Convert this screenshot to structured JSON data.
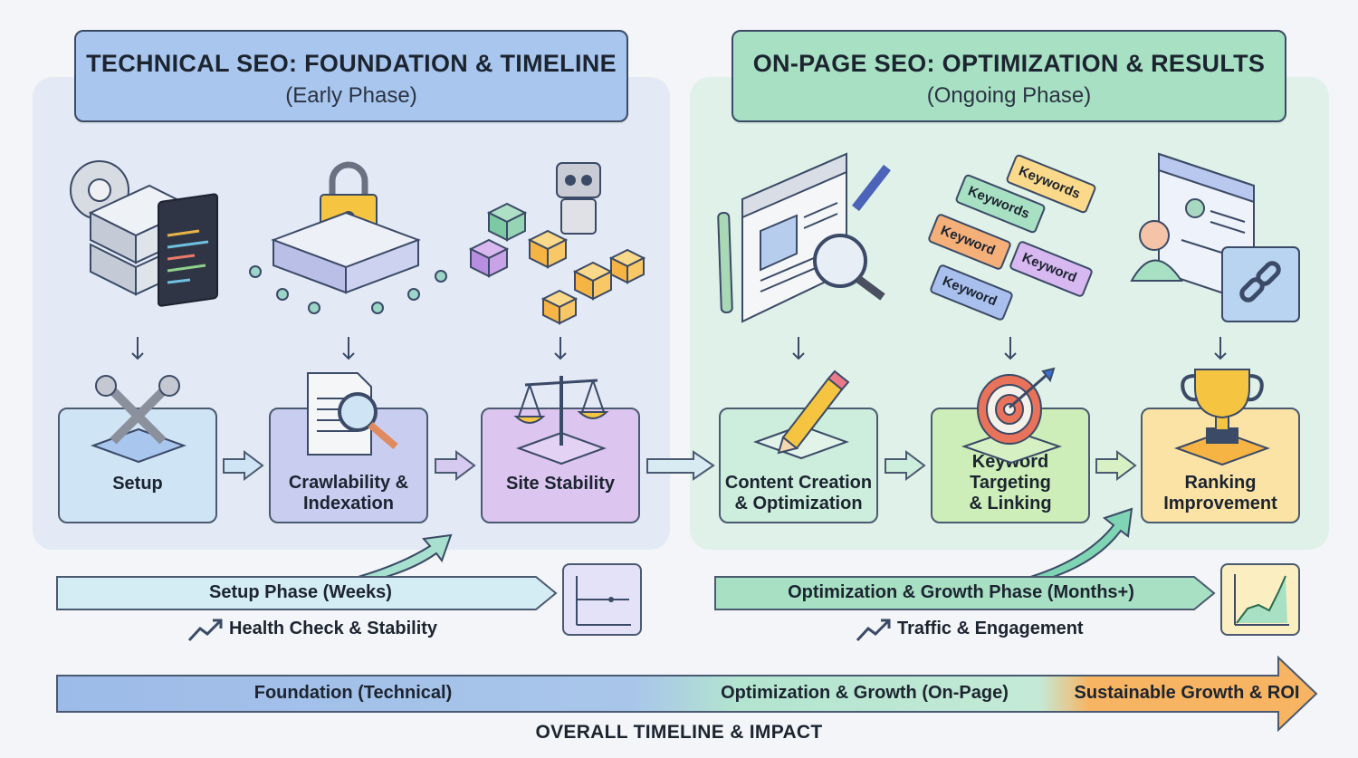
{
  "technical": {
    "title": "TECHNICAL SEO: FOUNDATION & TIMELINE",
    "subtitle": "(Early Phase)",
    "steps": [
      "Setup",
      "Crawlability &\nIndexation",
      "Site Stability"
    ],
    "phase_label": "Setup Phase (Weeks)",
    "metric_label": "Health Check & Stability"
  },
  "onpage": {
    "title": "ON-PAGE SEO: OPTIMIZATION & RESULTS",
    "subtitle": "(Ongoing Phase)",
    "steps": [
      "Content Creation\n& Optimization",
      "Keyword Targeting\n& Linking",
      "Ranking\nImprovement"
    ],
    "phase_label": "Optimization & Growth Phase (Months+)",
    "metric_label": "Traffic & Engagement"
  },
  "keyword_tags": [
    "Keywords",
    "Keywords",
    "Keyword",
    "Keyword",
    "Keyword"
  ],
  "timeline": {
    "segments": [
      "Foundation (Technical)",
      "Optimization & Growth (On-Page)",
      "Sustainable Growth & ROI"
    ],
    "title": "OVERALL TIMELINE & IMPACT"
  },
  "colors": {
    "technical_bg": "#e3eaf6",
    "onpage_bg": "#dff1e8",
    "technical_header": "#a9c6ee",
    "onpage_header": "#a8e0c4",
    "setup_box": "#cfe4f4",
    "crawl_box": "#c9cdf0",
    "stability_box": "#dcc6f0",
    "content_box": "#cdeedd",
    "keyword_box": "#cdeeb8",
    "ranking_box": "#fbe3a6",
    "timeline_blue": "#9dbbe8",
    "timeline_green": "#b2e4cf",
    "timeline_orange": "#f7b463"
  }
}
